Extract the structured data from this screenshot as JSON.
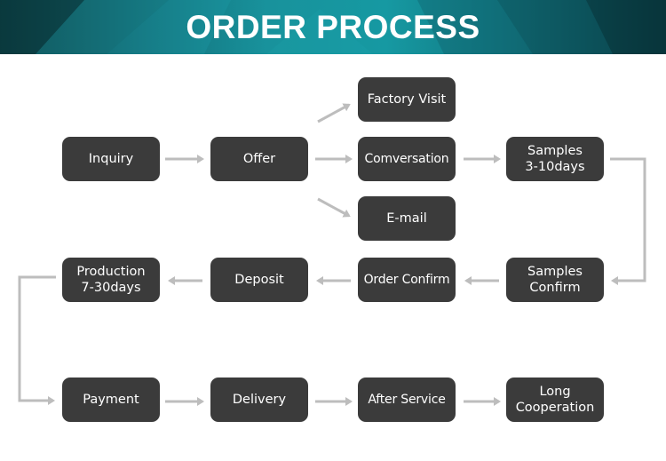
{
  "title": "ORDER PROCESS",
  "colors": {
    "node_fill": "#3b3b3b",
    "node_text": "#ffffff",
    "arrow": "#bdbdbd",
    "banner_start": "#0d3f44",
    "banner_mid": "#18929c"
  },
  "nodes": {
    "inquiry": "Inquiry",
    "offer": "Offer",
    "factory_visit": "Factory Visit",
    "conversation": "Comversation",
    "email": "E-mail",
    "samples": "Samples\n3-10days",
    "production": "Production\n7-30days",
    "deposit": "Deposit",
    "order_confirm": "Order Confirm",
    "samples_confirm": "Samples\nConfirm",
    "payment": "Payment",
    "delivery": "Delivery",
    "after_service": "After Service",
    "long_cooperation": "Long\nCooperation"
  }
}
